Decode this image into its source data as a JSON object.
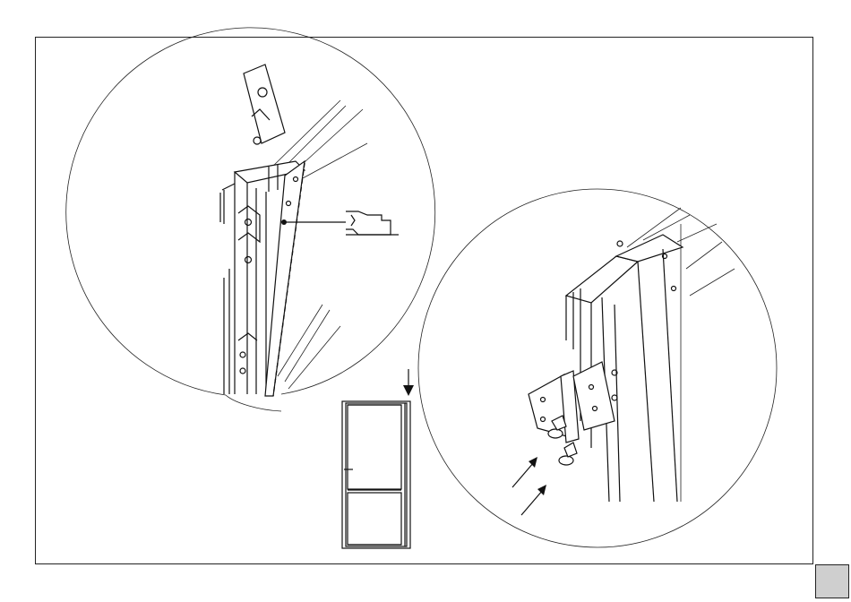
{
  "page": {
    "number": "",
    "accent": "#cfcfcf",
    "line_color": "#111111"
  },
  "illustrations": {
    "left_detail": {
      "icon": "profile-assembly-detail"
    },
    "right_detail": {
      "icon": "hinge-fitting-detail"
    },
    "door_overview": {
      "icon": "door-elevation"
    }
  }
}
